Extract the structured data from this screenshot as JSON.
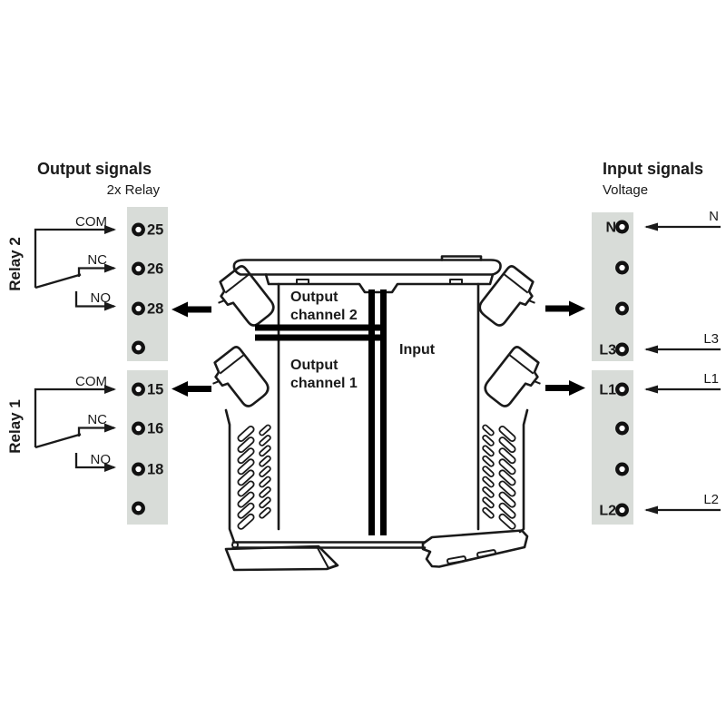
{
  "header": {
    "output_title": "Output signals",
    "output_subtitle": "2x Relay",
    "input_title": "Input signals",
    "input_subtitle": "Voltage"
  },
  "relays": [
    {
      "name": "Relay 2",
      "contacts": [
        {
          "label": "COM"
        },
        {
          "label": "NC"
        },
        {
          "label": "NO"
        }
      ]
    },
    {
      "name": "Relay 1",
      "contacts": [
        {
          "label": "COM"
        },
        {
          "label": "NC"
        },
        {
          "label": "NO"
        }
      ]
    }
  ],
  "output_terminal_blocks": [
    {
      "terminals": [
        "25",
        "26",
        "28",
        ""
      ]
    },
    {
      "terminals": [
        "15",
        "16",
        "18",
        ""
      ]
    }
  ],
  "input_terminal_blocks": [
    {
      "terminals": [
        "N",
        "",
        "",
        "L3"
      ]
    },
    {
      "terminals": [
        "L1",
        "",
        "",
        "L2"
      ]
    }
  ],
  "input_wires": [
    {
      "label": "N"
    },
    {
      "label": "L3"
    },
    {
      "label": "L1"
    },
    {
      "label": "L2"
    }
  ],
  "device": {
    "output_channel_2": {
      "line1": "Output",
      "line2": "channel 2"
    },
    "output_channel_1": {
      "line1": "Output",
      "line2": "channel 1"
    },
    "input_label": "Input"
  },
  "colors": {
    "line": "#1a1a1a",
    "terminal_block_fill": "#d8dcd8",
    "arrow": "#000000"
  }
}
